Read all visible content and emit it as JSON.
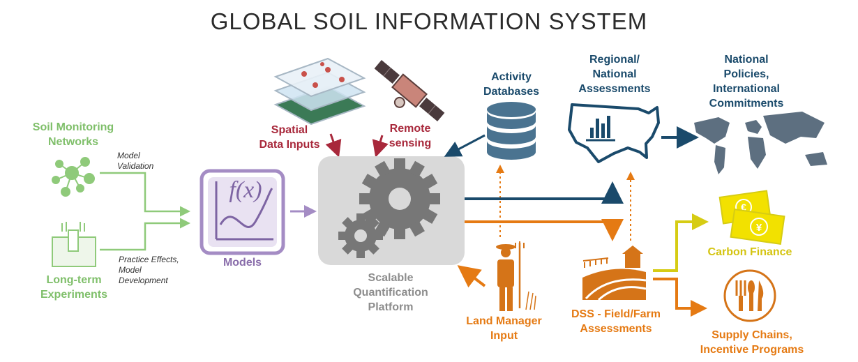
{
  "title": "GLOBAL SOIL INFORMATION SYSTEM",
  "nodes": {
    "soil_monitoring": [
      "Soil Monitoring",
      "Networks"
    ],
    "long_term": [
      "Long-term",
      "Experiments"
    ],
    "models": "Models",
    "spatial": [
      "Spatial",
      "Data Inputs"
    ],
    "remote": [
      "Remote",
      "sensing"
    ],
    "activity": [
      "Activity",
      "Databases"
    ],
    "platform": [
      "Scalable",
      "Quantification",
      "Platform"
    ],
    "regional": [
      "Regional/",
      "National",
      "Assessments"
    ],
    "national_policies": [
      "National",
      "Policies,",
      "International",
      "Commitments"
    ],
    "carbon_finance": "Carbon Finance",
    "supply_chains": [
      "Supply Chains,",
      "Incentive Programs"
    ],
    "dss": [
      "DSS - Field/Farm",
      "Assessments"
    ],
    "land_manager": [
      "Land Manager",
      "Input"
    ]
  },
  "notes": {
    "model_validation": [
      "Model",
      "Validation"
    ],
    "practice_effects": [
      "Practice Effects,",
      "Model",
      "Development"
    ]
  },
  "icons": {
    "fx_symbol": "f(x)",
    "euro_symbol": "€",
    "yen_symbol": "¥"
  },
  "colors": {
    "green": "#7fbf6a",
    "red": "#a8283b",
    "navy": "#1a4a6b",
    "orange": "#e57a13",
    "yellow": "#d4c411",
    "purple": "#8a6eab",
    "gray": "#8d8d8d"
  }
}
